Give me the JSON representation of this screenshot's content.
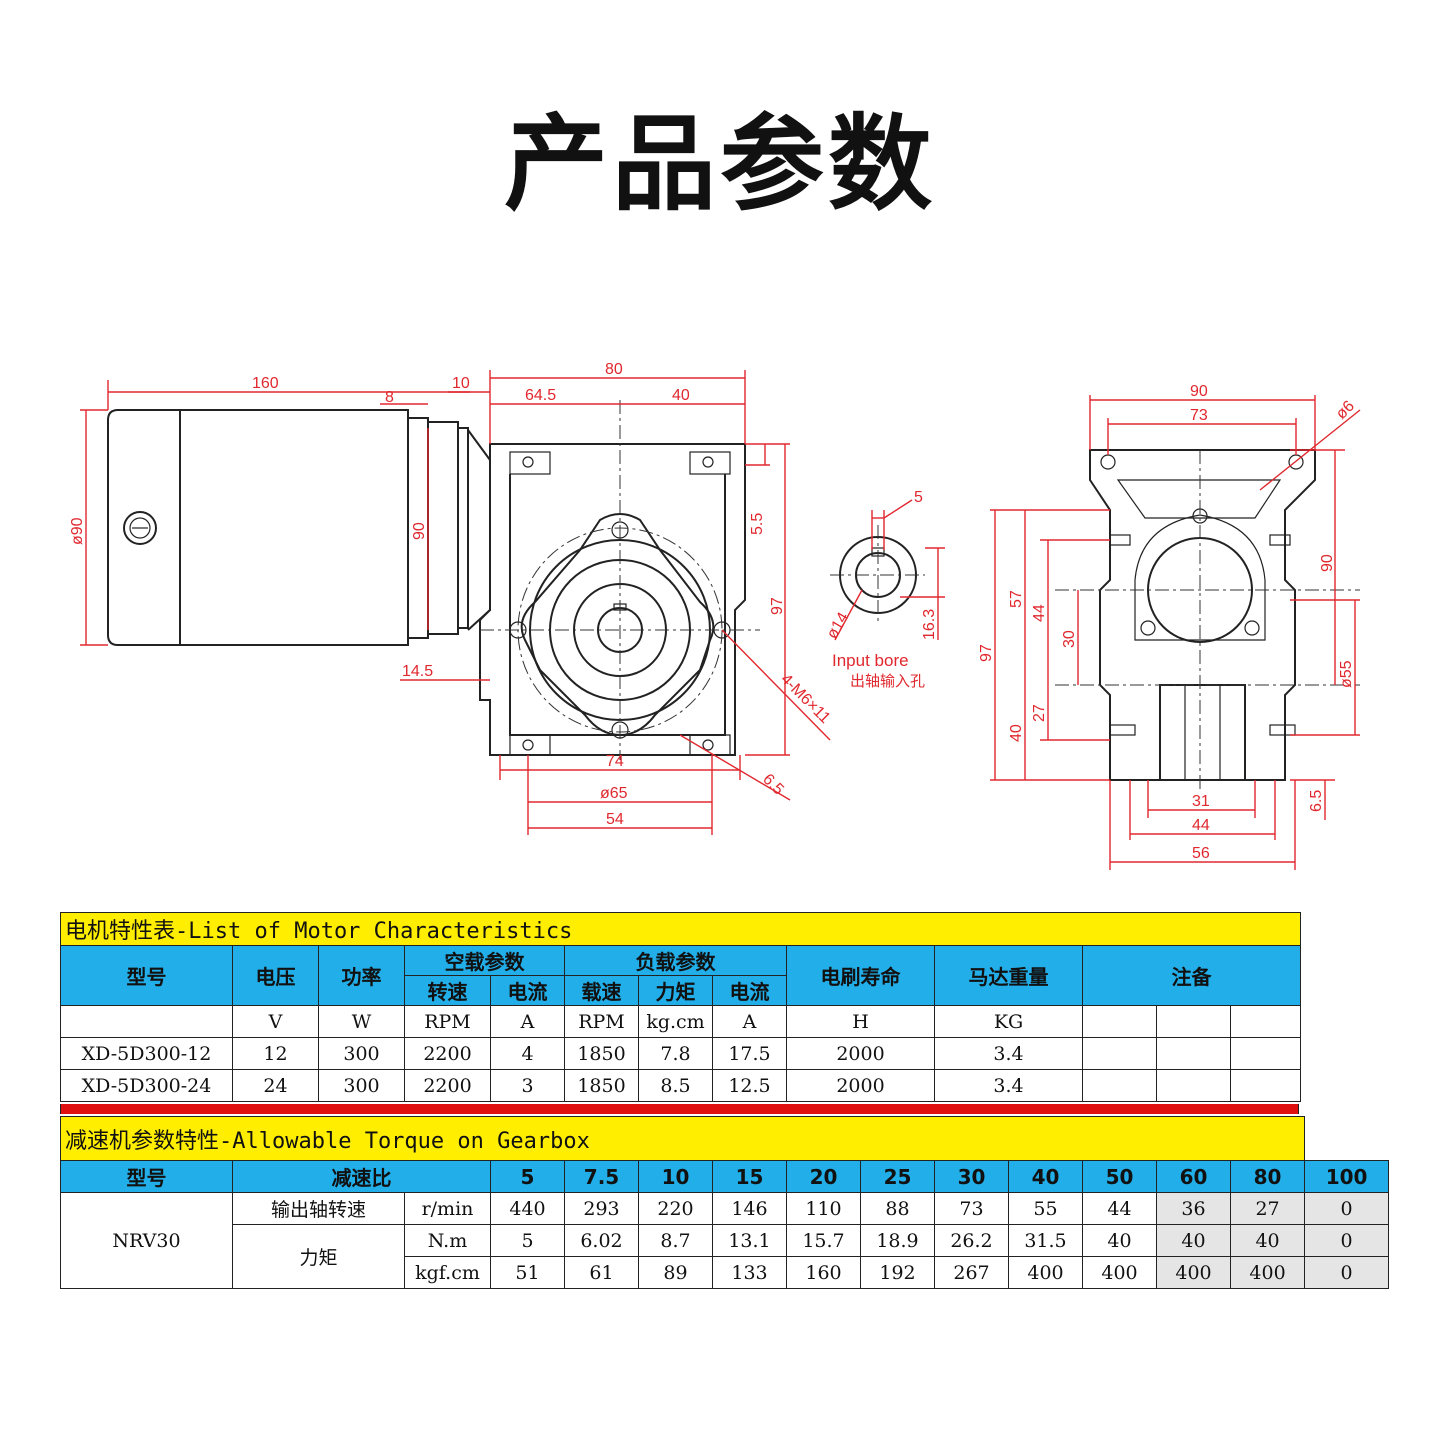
{
  "page_title": "产品参数",
  "drawing": {
    "front_view": {
      "dims": [
        "160",
        "10",
        "8",
        "80",
        "64.5",
        "40",
        "ø90",
        "90",
        "5.5",
        "97",
        "14.5",
        "74",
        "ø65",
        "54",
        "4-M6×11",
        "6.5"
      ]
    },
    "bore_view": {
      "dims": [
        "5",
        "ø14",
        "16.3"
      ],
      "label_en": "Input bore",
      "label_cn": "出轴输入孔"
    },
    "side_view": {
      "dims": [
        "90",
        "73",
        "ø6",
        "90",
        "97",
        "57",
        "44",
        "30",
        "27",
        "40",
        "ø55",
        "31",
        "44",
        "56",
        "6.5"
      ]
    }
  },
  "motor_table": {
    "title": "电机特性表-List of Motor Characteristics",
    "headers": {
      "model": "型号",
      "voltage": "电压",
      "power": "功率",
      "no_load": "空载参数",
      "load": "负载参数",
      "speed": "转速",
      "current": "电流",
      "load_speed": "载速",
      "torque": "力矩",
      "load_current": "电流",
      "brush_life": "电刷寿命",
      "weight": "马达重量",
      "remarks": "注备"
    },
    "units": [
      "",
      "V",
      "W",
      "RPM",
      "A",
      "RPM",
      "kg.cm",
      "A",
      "H",
      "KG"
    ],
    "rows": [
      [
        "XD-5D300-12",
        "12",
        "300",
        "2200",
        "4",
        "1850",
        "7.8",
        "17.5",
        "2000",
        "3.4"
      ],
      [
        "XD-5D300-24",
        "24",
        "300",
        "2200",
        "3",
        "1850",
        "8.5",
        "12.5",
        "2000",
        "3.4"
      ]
    ]
  },
  "gear_table": {
    "title": "减速机参数特性-Allowable Torque on Gearbox",
    "model_label": "型号",
    "ratio_label": "减速比",
    "ratios": [
      "5",
      "7.5",
      "10",
      "15",
      "20",
      "25",
      "30",
      "40",
      "50",
      "60",
      "80",
      "100"
    ],
    "model": "NRV30",
    "output_speed_label": "输出轴转速",
    "torque_label": "力矩",
    "rows": [
      {
        "unit": "r/min",
        "values": [
          "440",
          "293",
          "220",
          "146",
          "110",
          "88",
          "73",
          "55",
          "44",
          "36",
          "27",
          "0"
        ]
      },
      {
        "unit": "N.m",
        "values": [
          "5",
          "6.02",
          "8.7",
          "13.1",
          "15.7",
          "18.9",
          "26.2",
          "31.5",
          "40",
          "40",
          "40",
          "0"
        ]
      },
      {
        "unit": "kgf.cm",
        "values": [
          "51",
          "61",
          "89",
          "133",
          "160",
          "192",
          "267",
          "400",
          "400",
          "400",
          "400",
          "0"
        ]
      }
    ]
  }
}
